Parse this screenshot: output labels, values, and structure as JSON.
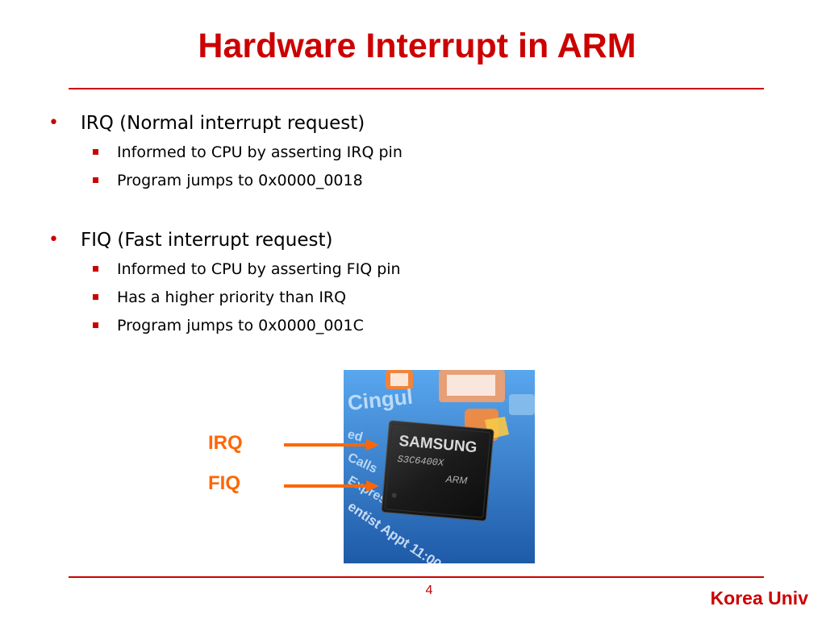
{
  "slide": {
    "title": "Hardware Interrupt in ARM",
    "accent_color": "#cc0000",
    "page_number": "4",
    "brand": "Korea Univ"
  },
  "bullets": [
    {
      "text": "IRQ (Normal interrupt request)",
      "subitems": [
        "Informed to CPU by asserting IRQ pin",
        "Program jumps to 0x0000_0018"
      ]
    },
    {
      "text": "FIQ (Fast interrupt request)",
      "subitems": [
        "Informed to CPU by asserting FIQ pin",
        "Has a higher priority than IRQ",
        "Program jumps to 0x0000_001C"
      ]
    }
  ],
  "figure": {
    "labels": [
      "IRQ",
      "FIQ"
    ],
    "label_color": "#ff6600",
    "chip": {
      "brand": "SAMSUNG",
      "part": "S3C6400X",
      "core": "ARM"
    },
    "background_text": [
      "Cingul",
      "ed",
      "Calls",
      "Express",
      "entist Appt 11:00"
    ]
  }
}
